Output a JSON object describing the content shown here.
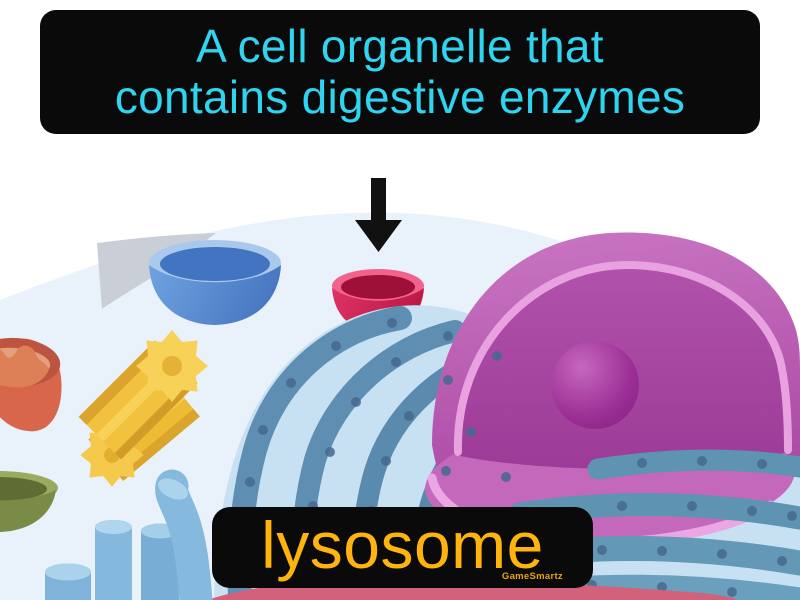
{
  "definition_card": {
    "definition_line1": "A cell organelle that",
    "definition_line2": "contains digestive enzymes",
    "term": "lysosome",
    "watermark": "GameSmartz",
    "colors": {
      "panel_bg": "#0a0a0a",
      "definition_text": "#2ed4f0",
      "term_text": "#ffb30d",
      "watermark_text": "#e7a50e"
    }
  },
  "illustration": {
    "name": "animal-cell-cutaway",
    "pointer": "down-arrow pointing at lysosome",
    "highlighted_organelle": "lysosome",
    "organelles": [
      {
        "name": "lysosome",
        "color": "#d81951"
      },
      {
        "name": "vesicle",
        "color": "#5b92db"
      },
      {
        "name": "nucleus",
        "color": "#b94fb2"
      },
      {
        "name": "nucleolus",
        "color": "#93278f"
      },
      {
        "name": "endoplasmic-reticulum",
        "color": "#5e8fb3"
      },
      {
        "name": "mitochondrion",
        "color": "#d8664a"
      },
      {
        "name": "centrioles",
        "color": "#f2c13d"
      },
      {
        "name": "vacuole",
        "color": "#7a8a47"
      },
      {
        "name": "microtubules",
        "color": "#85b9dd"
      },
      {
        "name": "cell-membrane",
        "color": "#d2617b"
      },
      {
        "name": "cytoplasm",
        "color": "#e9f1fa"
      }
    ]
  }
}
